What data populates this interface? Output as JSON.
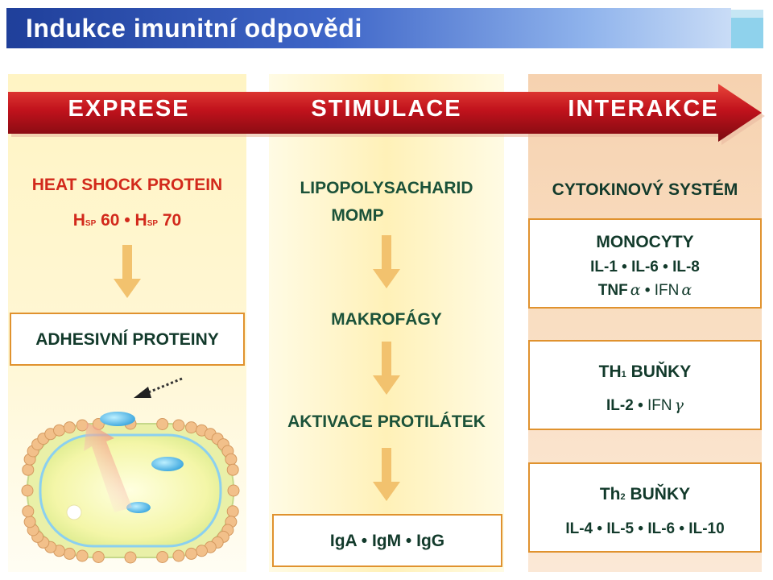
{
  "title": "Indukce imunitní odpovědi",
  "stages": [
    "EXPRESE",
    "STIMULACE",
    "INTERAKCE"
  ],
  "left": {
    "heading": "HEAT SHOCK PROTEIN",
    "hsp": {
      "h1": "H",
      "s1": "SP",
      "v1": "60",
      "sep": "•",
      "h2": "H",
      "s2": "SP",
      "v2": "70"
    },
    "box": "ADHESIVNÍ PROTEINY"
  },
  "middle": {
    "heading_line1": "LIPOPOLYSACHARID",
    "heading_line2": "MOMP",
    "step2": "MAKROFÁGY",
    "step3": "AKTIVACE PROTILÁTEK",
    "box": "IgA • IgM • IgG"
  },
  "right": {
    "heading": "CYTOKINOVÝ SYSTÉM",
    "box1": {
      "title": "MONOCYTY",
      "line1": "IL-1 • IL-6 • IL-8",
      "line2_a": "TNF",
      "line2_a_greek": "α",
      "line2_sep": "•",
      "line2_b": "IFN",
      "line2_b_greek": "α"
    },
    "box2": {
      "title_a": "TH",
      "title_sub": "1",
      "title_b": "BUŇKY",
      "line_a": "IL-2",
      "line_sep": "•",
      "line_b": "IFN",
      "line_b_greek": "γ"
    },
    "box3": {
      "title_a": "Th",
      "title_sub": "2",
      "title_b": "BUŇKY",
      "line": "IL-4 • IL-5 • IL-6 • IL-10"
    }
  },
  "colors": {
    "title_bar": "#1f3f9a",
    "arrow": "#c1121c",
    "heading_red": "#d2291b",
    "heading_green": "#1b5239",
    "box_border": "#e0922e",
    "down_arrow": "#f2c26e"
  },
  "icons": [
    "down-arrow-icon",
    "dotted-arrow-icon",
    "cell-illustration",
    "vesicle-icon"
  ]
}
